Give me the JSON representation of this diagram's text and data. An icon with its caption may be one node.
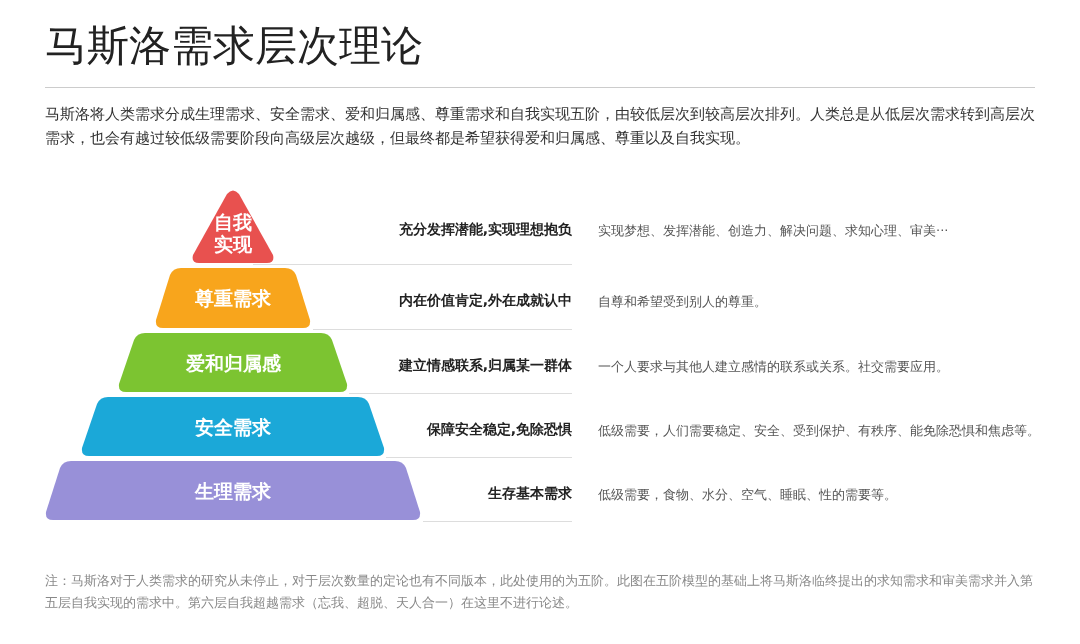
{
  "diagram": {
    "title": "马斯洛需求层次理论",
    "nodes": [
      {
        "text": [
          "自我实现"
        ],
        "beside": [
          "充分发挥潜能,实现理想抱负",
          "实现梦想、发挥潜能、创造力、解决问题、求知心理、审美···"
        ]
      },
      {
        "text": [
          "尊重需求"
        ],
        "beside": [
          "内在价值肯定,外在成就认中",
          "自尊和希望受到别人的尊重。"
        ]
      },
      {
        "text": [
          "爱和归属感"
        ],
        "beside": [
          "建立情感联系,归属某一群体",
          "一个人要求与其他人建立感情的联系或关系。社交需要应用。"
        ]
      },
      {
        "text": [
          "安全需求"
        ],
        "beside": [
          "保障安全稳定,免除恐惧",
          "低级需要，人们需要稳定、安全、受到保护、有秩序、能免除恐惧和焦虑等。"
        ]
      },
      {
        "text": [
          "生理需求"
        ],
        "beside": [
          "生存基本需求",
          "低级需要，食物、水分、空气、睡眠、性的需要等。"
        ]
      }
    ],
    "labels": [
      "马斯洛将人类需求分成生理需求、安全需求、爱和归属感、尊重需求和自我实现五阶，由较低层次到较高层次排列。人类总是从低层次需求转到高层次需求，也会有越过较低级需要阶段向高级层次越级，但最终都是希望获得爱和归属感、尊重以及自我实现。"
    ],
    "caption": "注：马斯洛对于人类需求的研究从未停止，对于层次数量的定论也有不同版本，此处使用的为五阶。此图在五阶模型的基础上将马斯洛临终提出的求知需求和审美需求并入第五层自我实现的需求中。第六层自我超越需求（忘我、超脱、天人合一）在这里不进行论述。"
  }
}
